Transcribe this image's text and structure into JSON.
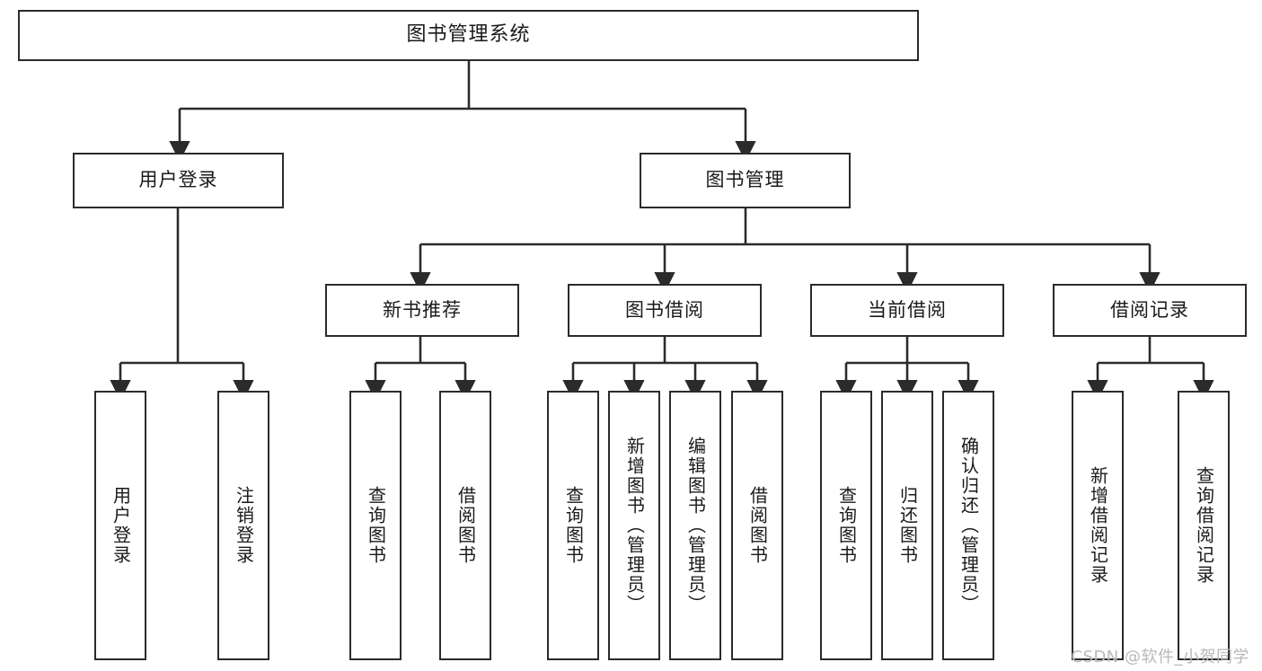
{
  "diagram": {
    "title": "图书管理系统",
    "type": "tree",
    "watermark": "CSDN @软件_小贺同学",
    "colors": {
      "box_border": "#2b2b2b",
      "box_fill": "#ffffff",
      "edge": "#2b2b2b",
      "text": "#1a1a1a",
      "watermark": "#b9b9b9",
      "background": "#ffffff"
    },
    "root": {
      "label": "图书管理系统"
    },
    "level2": [
      {
        "id": "user-login",
        "label": "用户登录"
      },
      {
        "id": "book-manage",
        "label": "图书管理"
      }
    ],
    "level3": [
      {
        "id": "new-book-recommend",
        "label": "新书推荐",
        "parent": "book-manage"
      },
      {
        "id": "book-borrow",
        "label": "图书借阅",
        "parent": "book-manage"
      },
      {
        "id": "current-borrow",
        "label": "当前借阅",
        "parent": "book-manage"
      },
      {
        "id": "borrow-record",
        "label": "借阅记录",
        "parent": "book-manage"
      }
    ],
    "leaves": {
      "user-login": [
        {
          "id": "leaf-user-login",
          "label": "用户登录"
        },
        {
          "id": "leaf-logout-login",
          "label": "注销登录"
        }
      ],
      "new-book-recommend": [
        {
          "id": "leaf-query-book-1",
          "label": "查询图书"
        },
        {
          "id": "leaf-borrow-book-1",
          "label": "借阅图书"
        }
      ],
      "book-borrow": [
        {
          "id": "leaf-query-book-2",
          "label": "查询图书"
        },
        {
          "id": "leaf-add-book",
          "label": "新增图书（管理员）"
        },
        {
          "id": "leaf-edit-book",
          "label": "编辑图书（管理员）"
        },
        {
          "id": "leaf-borrow-book-2",
          "label": "借阅图书"
        }
      ],
      "current-borrow": [
        {
          "id": "leaf-query-book-3",
          "label": "查询图书"
        },
        {
          "id": "leaf-return-book",
          "label": "归还图书"
        },
        {
          "id": "leaf-confirm-return",
          "label": "确认归还（管理员）"
        }
      ],
      "borrow-record": [
        {
          "id": "leaf-add-record",
          "label": "新增借阅记录"
        },
        {
          "id": "leaf-query-record",
          "label": "查询借阅记录"
        }
      ]
    }
  }
}
